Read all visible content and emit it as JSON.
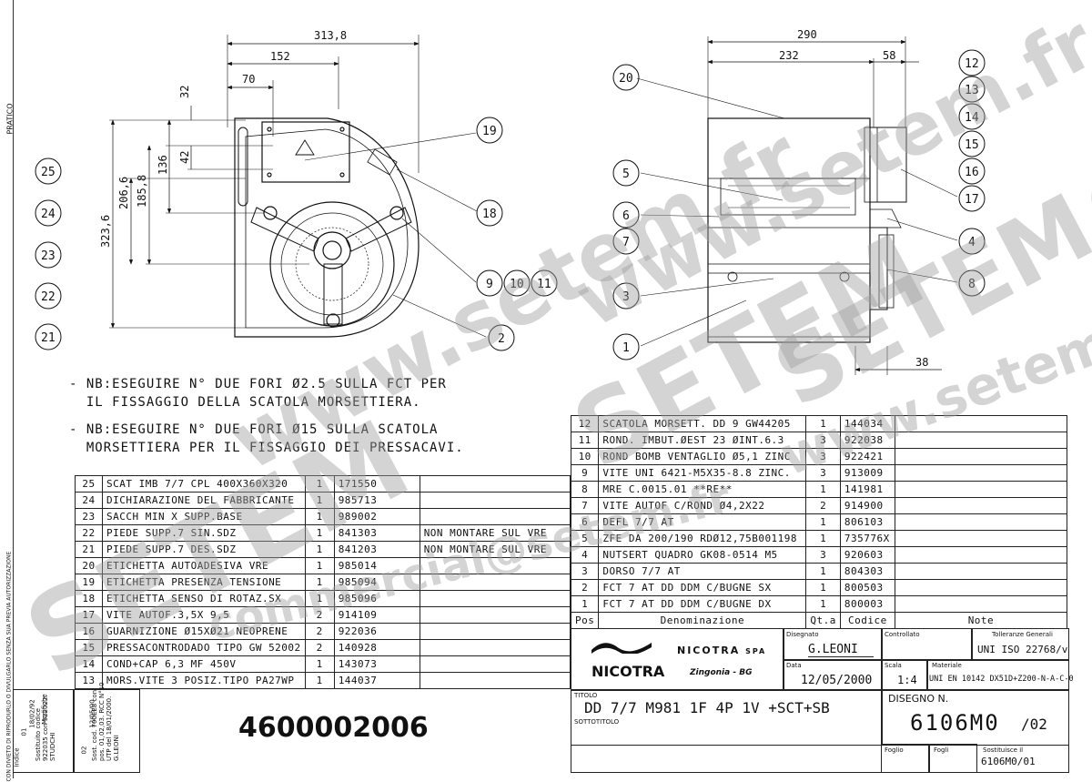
{
  "front_view": {
    "dims": {
      "overall_width": "313,8",
      "width_152": "152",
      "width_70": "70",
      "h_32": "32",
      "h_42": "42",
      "h_136": "136",
      "h_185": "185,8",
      "h_206": "206,6",
      "h_323": "323,6"
    },
    "callouts": [
      "25",
      "24",
      "23",
      "22",
      "21",
      "19",
      "18",
      "9",
      "10",
      "11",
      "2"
    ]
  },
  "side_view": {
    "dims": {
      "total": "290",
      "part_232": "232",
      "part_58": "58",
      "bottom_38": "38"
    },
    "callouts": [
      "20",
      "5",
      "6",
      "7",
      "3",
      "1",
      "12",
      "13",
      "14",
      "15",
      "16",
      "17",
      "4",
      "8"
    ]
  },
  "notes": [
    "- NB:ESEGUIRE N° DUE FORI Ø2.5 SULLA FCT PER",
    "  IL FISSAGGIO DELLA SCATOLA MORSETTIERA.",
    "- NB:ESEGUIRE N° DUE FORI Ø15 SULLA SCATOLA",
    "  MORSETTIERA PER IL FISSAGGIO DEI PRESSACAVI."
  ],
  "bom_left": [
    {
      "pos": "25",
      "desc": "SCAT IMB 7/7 CPL 400X360X320",
      "qty": "1",
      "code": "171550",
      "note": ""
    },
    {
      "pos": "24",
      "desc": "DICHIARAZIONE DEL FABBRICANTE",
      "qty": "1",
      "code": "985713",
      "note": ""
    },
    {
      "pos": "23",
      "desc": "SACCH MIN X SUPP.BASE",
      "qty": "1",
      "code": "989002",
      "note": ""
    },
    {
      "pos": "22",
      "desc": "PIEDE SUPP.7 SIN.SDZ",
      "qty": "1",
      "code": "841303",
      "note": "NON MONTARE SUL VRE"
    },
    {
      "pos": "21",
      "desc": "PIEDE SUPP.7 DES.SDZ",
      "qty": "1",
      "code": "841203",
      "note": "NON MONTARE SUL VRE"
    },
    {
      "pos": "20",
      "desc": "ETICHETTA AUTOADESIVA VRE",
      "qty": "1",
      "code": "985014",
      "note": ""
    },
    {
      "pos": "19",
      "desc": "ETICHETTA PRESENZA TENSIONE",
      "qty": "1",
      "code": "985094",
      "note": ""
    },
    {
      "pos": "18",
      "desc": "ETICHETTA SENSO DI ROTAZ.SX",
      "qty": "1",
      "code": "985096",
      "note": ""
    },
    {
      "pos": "17",
      "desc": "VITE AUTOF.3,5X 9,5",
      "qty": "2",
      "code": "914109",
      "note": ""
    },
    {
      "pos": "16",
      "desc": "GUARNIZIONE Ø15XØ21 NEOPRENE",
      "qty": "2",
      "code": "922036",
      "note": ""
    },
    {
      "pos": "15",
      "desc": "PRESSACONTRODADO TIPO GW 52002",
      "qty": "2",
      "code": "140928",
      "note": ""
    },
    {
      "pos": "14",
      "desc": "COND+CAP 6,3  MF 450V",
      "qty": "1",
      "code": "143073",
      "note": ""
    },
    {
      "pos": "13",
      "desc": "MORS.VITE 3 POSIZ.TIPO PA27WP",
      "qty": "1",
      "code": "144037",
      "note": ""
    }
  ],
  "bom_right": [
    {
      "pos": "12",
      "desc": "SCATOLA MORSETT. DD 9  GW44205",
      "qty": "1",
      "code": "144034",
      "note": ""
    },
    {
      "pos": "11",
      "desc": "ROND. IMBUT.ØEST 23 ØINT.6.3",
      "qty": "3",
      "code": "922038",
      "note": ""
    },
    {
      "pos": "10",
      "desc": "ROND BOMB VENTAGLIO Ø5,1 ZINC",
      "qty": "3",
      "code": "922421",
      "note": ""
    },
    {
      "pos": "9",
      "desc": "VITE UNI 6421-M5X35-8.8 ZINC.",
      "qty": "3",
      "code": "913009",
      "note": ""
    },
    {
      "pos": "8",
      "desc": "MRE C.0015.01          **RE**",
      "qty": "1",
      "code": "141981",
      "note": ""
    },
    {
      "pos": "7",
      "desc": "VITE AUTOF C/ROND Ø4,2X22",
      "qty": "2",
      "code": "914900",
      "note": ""
    },
    {
      "pos": "6",
      "desc": "DEFL 7/7 AT",
      "qty": "1",
      "code": "806103",
      "note": ""
    },
    {
      "pos": "5",
      "desc": "ZFE DA 200/190 RDØ12,75B001198",
      "qty": "1",
      "code": "735776X",
      "note": ""
    },
    {
      "pos": "4",
      "desc": "NUTSERT QUADRO GK08-0514 M5",
      "qty": "3",
      "code": "920603",
      "note": ""
    },
    {
      "pos": "3",
      "desc": "DORSO 7/7 AT",
      "qty": "1",
      "code": "804303",
      "note": ""
    },
    {
      "pos": "2",
      "desc": "FCT 7 AT DD DDM C/BUGNE SX",
      "qty": "1",
      "code": "800503",
      "note": ""
    },
    {
      "pos": "1",
      "desc": "FCT 7 AT DD DDM C/BUGNE DX",
      "qty": "1",
      "code": "800003",
      "note": ""
    }
  ],
  "bom_header": {
    "pos": "Pos",
    "desc": "Denominazione",
    "qty": "Qt.a",
    "code": "Codice",
    "note": "Note"
  },
  "title_block": {
    "company": "NICOTRA",
    "company_suffix": "SPA",
    "logo_text": "NICOTRA",
    "location": "Zingonia - BG",
    "disegnato_label": "Disegnato",
    "disegnato": "G.LEONI",
    "controllato_label": "Controllato",
    "tolleranze_label": "Tolleranze Generali",
    "tolleranze": "UNI ISO 22768/v",
    "data_label": "Data",
    "data": "12/05/2000",
    "scala_label": "Scala",
    "scala": "1:4",
    "materiale_label": "Materiale",
    "materiale": "UNI EN 10142 DX51D+Z200-N-A-C-0",
    "titolo_label": "TITOLO",
    "titolo": "DD 7/7 M981 1F 4P 1V +SCT+SB",
    "sottotitolo_label": "SOTTOTITOLO",
    "disegno_label": "DISEGNO N.",
    "disegno": "6106M0",
    "revision": "/02",
    "foglio_label": "Foglio",
    "fogli_label": "Fogli",
    "sostituisce_label": "Sostituisce il",
    "sostituisce": "6106M0/01"
  },
  "part_number": "4600002006",
  "revisions": {
    "indice_label": "Indice",
    "modifiche_label": "Modifiche",
    "rev1_index": "01",
    "rev1_date": "18/02/92",
    "rev1_text": "Sostituito codice 922035 con 922022. STUDCHI",
    "rev2_index": "02",
    "rev2_date": "12/05/00",
    "rev2_text": "Sost. cod. 700EE8 con pos. 01,02,03. RCC N°10 UTP del 18/01/2000. G.LEONI"
  },
  "side_label": "PRATICO",
  "vertical_text": "CON DIVIETO DI RIPRODURLO O DIVULGARLO SENZA SUA PREVIA AUTORIZZAZIONE",
  "watermarks": [
    "www.setem.fr",
    "SETEM",
    "SETEM",
    "www.setem.fr",
    "SETEM®",
    "commercial@setem.fr",
    "www.setem.fr"
  ]
}
